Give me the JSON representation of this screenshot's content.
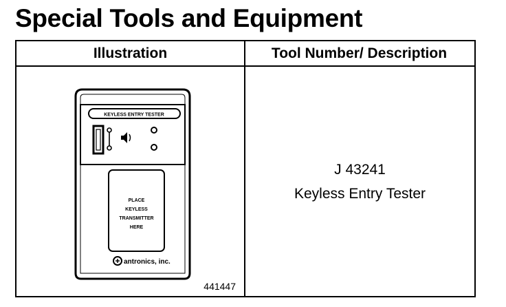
{
  "page_title": "Special Tools and Equipment",
  "table": {
    "headers": [
      "Illustration",
      "Tool Number/ Description"
    ],
    "rows": [
      {
        "tool_number": "J 43241",
        "description": "Keyless Entry Tester",
        "figure_number": "441447",
        "illustration": {
          "device_label": "KEYLESS ENTRY TESTER",
          "pad_text": [
            "PLACE",
            "KEYLESS",
            "TRANSMITTER",
            "HERE"
          ],
          "brand": "antronics, inc."
        }
      }
    ]
  }
}
